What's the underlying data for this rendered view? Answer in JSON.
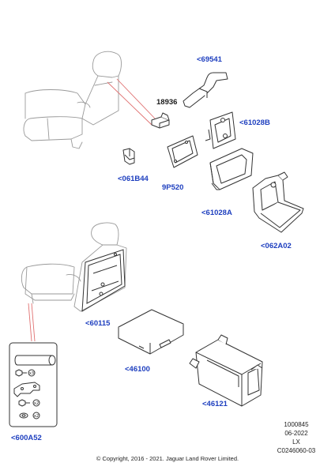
{
  "parts": [
    {
      "id": "p69541",
      "label": "<69541",
      "color": "blue"
    },
    {
      "id": "p18936",
      "label": "18936",
      "color": "black"
    },
    {
      "id": "p61028B",
      "label": "<61028B",
      "color": "blue"
    },
    {
      "id": "p061B44",
      "label": "<061B44",
      "color": "blue"
    },
    {
      "id": "p9P520",
      "label": "9P520",
      "color": "blue"
    },
    {
      "id": "p61028A",
      "label": "<61028A",
      "color": "blue"
    },
    {
      "id": "p062A02",
      "label": "<062A02",
      "color": "blue"
    },
    {
      "id": "p60115",
      "label": "<60115",
      "color": "blue"
    },
    {
      "id": "p46100",
      "label": "<46100",
      "color": "blue"
    },
    {
      "id": "p46121",
      "label": "<46121",
      "color": "blue"
    },
    {
      "id": "p600A52",
      "label": "<600A52",
      "color": "blue"
    }
  ],
  "kit_quantities": [
    "x3",
    "x2",
    "x2"
  ],
  "meta": {
    "number": "1000845",
    "date": "06-2022",
    "code": "LX",
    "ref": "C0246060-03"
  },
  "copyright": "© Copyright, 2016 - 2021. Jaguar Land Rover Limited.",
  "colors": {
    "label_blue": "#1e3fbf",
    "leader_red": "#e07070",
    "line": "#333333"
  }
}
